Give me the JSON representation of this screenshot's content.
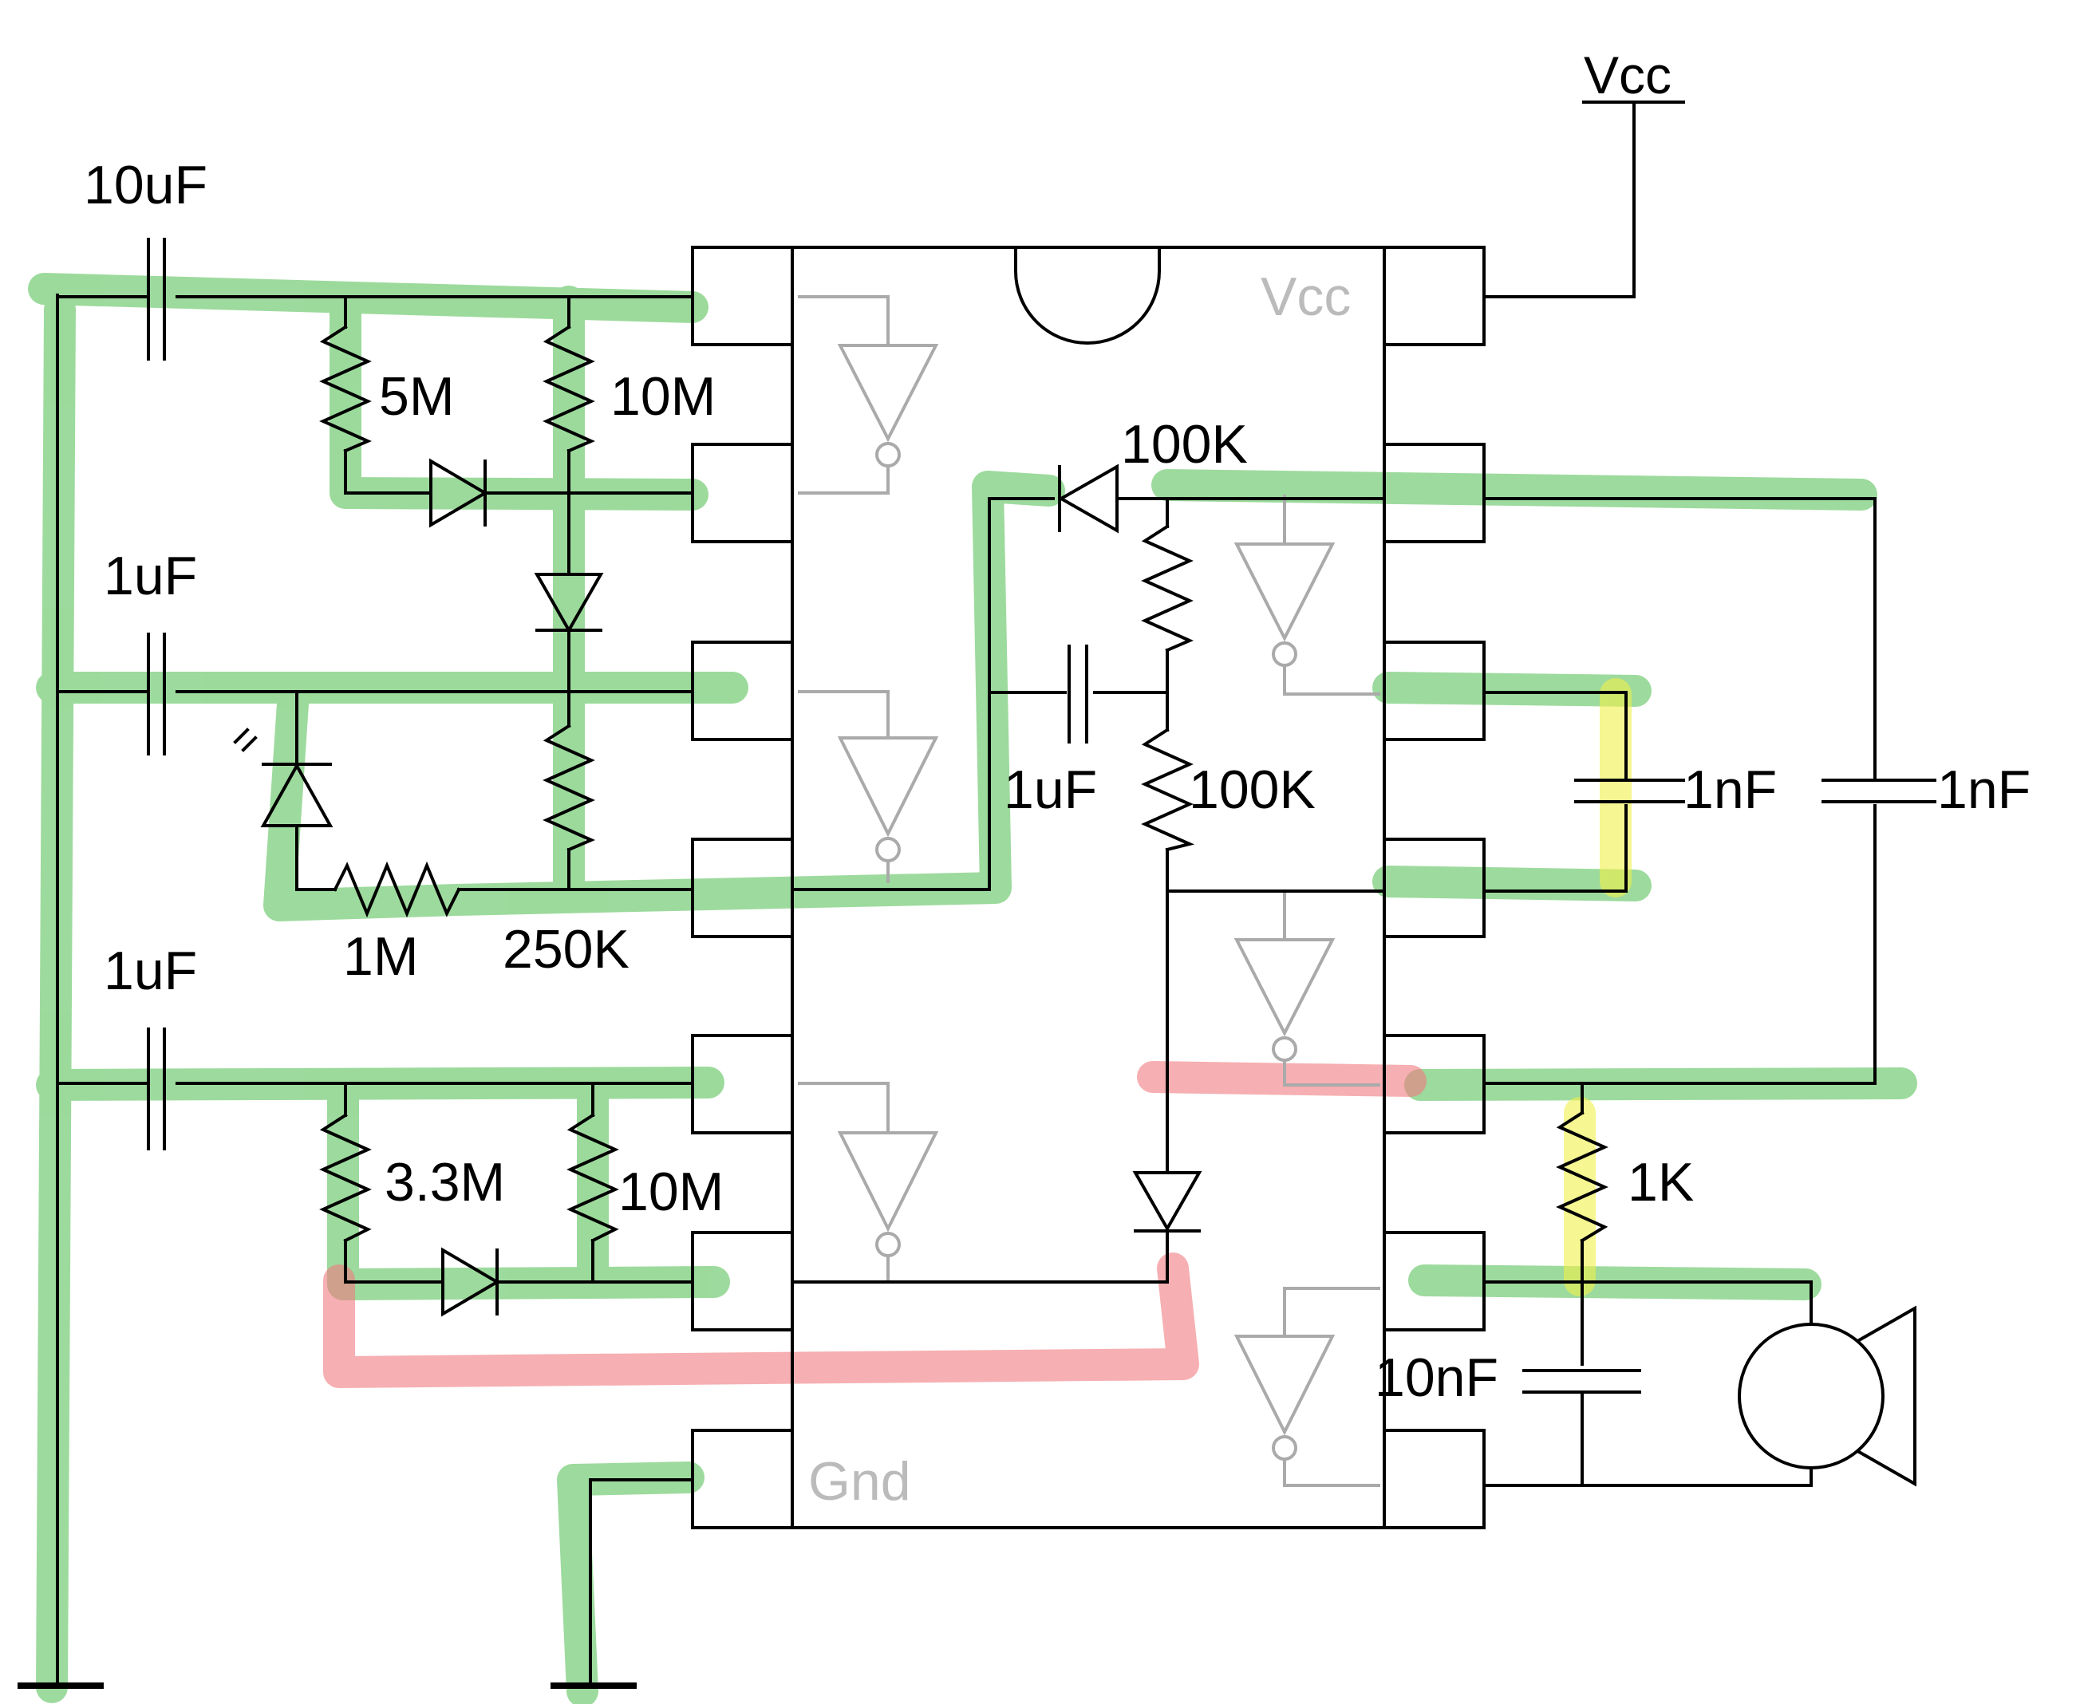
{
  "power": {
    "vcc_label": "Vcc"
  },
  "chip": {
    "vcc_label": "Vcc",
    "gnd_label": "Gnd"
  },
  "labels": {
    "cap_10uf": "10uF",
    "cap_1uf_a": "1uF",
    "cap_1uf_b": "1uF",
    "cap_1uf_c": "1uF",
    "cap_1nf_a": "1nF",
    "cap_1nf_b": "1nF",
    "cap_10nf": "10nF",
    "res_5m": "5M",
    "res_10m_a": "10M",
    "res_10m_b": "10M",
    "res_3_3m": "3.3M",
    "res_1m": "1M",
    "res_250k": "250K",
    "res_100k_a": "100K",
    "res_100k_b": "100K",
    "res_1k": "1K"
  },
  "colors": {
    "green_highlight": "#5cc25c",
    "red_highlight": "#f07a7e",
    "yellow_highlight": "#f0f04a",
    "gate_gray": "#aaaaaa"
  }
}
